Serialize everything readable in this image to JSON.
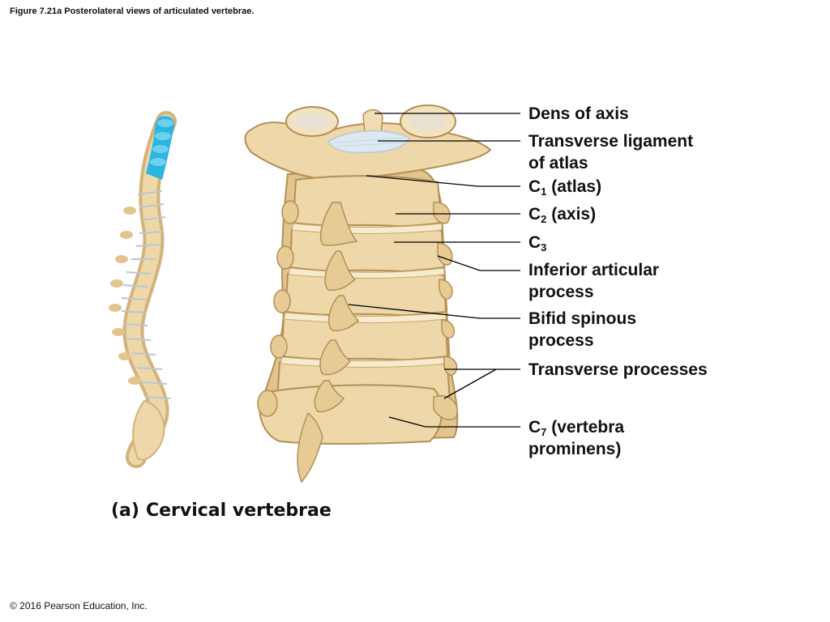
{
  "figure_title": "Figure 7.21a Posterolateral views of articulated vertebrae.",
  "copyright": "© 2016 Pearson Education, Inc.",
  "caption": {
    "tag": "(a)",
    "text": "Cervical vertebrae"
  },
  "labels": {
    "dens": "Dens of axis",
    "transverse_ligament_1": "Transverse ligament",
    "transverse_ligament_2": "of atlas",
    "c1_main": "C",
    "c1_sub": "1",
    "c1_rest": " (atlas)",
    "c2_main": "C",
    "c2_sub": "2",
    "c2_rest": " (axis)",
    "c3_main": "C",
    "c3_sub": "3",
    "inferior_1": "Inferior articular",
    "inferior_2": "process",
    "bifid_1": "Bifid spinous",
    "bifid_2": "process",
    "transverse_processes": "Transverse processes",
    "c7_main": "C",
    "c7_sub": "7",
    "c7_rest": " (vertebra",
    "c7_line2": "prominens)"
  },
  "colors": {
    "bone": "#EED7A8",
    "bone_shade": "#D4B27A",
    "bone_outline": "#B48F57",
    "cervical_highlight": "#2BB5E0",
    "ligament": "#DCE8F2",
    "leader_line": "#000000"
  }
}
